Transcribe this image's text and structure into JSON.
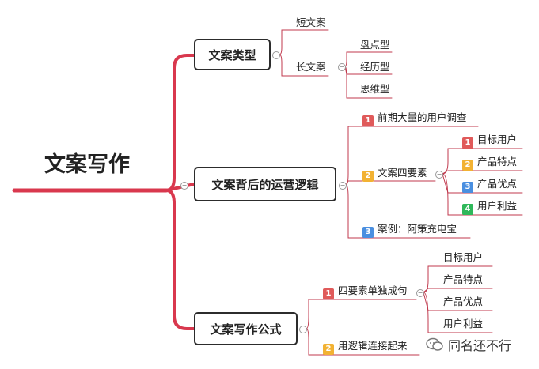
{
  "root": {
    "title": "文案写作"
  },
  "branches": [
    {
      "label": "文案类型",
      "children": [
        {
          "label": "短文案"
        },
        {
          "label": "长文案",
          "children": [
            "盘点型",
            "经历型",
            "思维型"
          ]
        }
      ]
    },
    {
      "label": "文案背后的运营逻辑",
      "children": [
        {
          "badge": "1",
          "label": "前期大量的用户调查"
        },
        {
          "badge": "2",
          "label": "文案四要素",
          "children": [
            {
              "badge": "1",
              "label": "目标用户"
            },
            {
              "badge": "2",
              "label": "产品特点"
            },
            {
              "badge": "3",
              "label": "产品优点"
            },
            {
              "badge": "4",
              "label": "用户利益"
            }
          ]
        },
        {
          "badge": "3",
          "label": "案例：阿策充电宝"
        }
      ]
    },
    {
      "label": "文案写作公式",
      "children": [
        {
          "badge": "1",
          "label": "四要素单独成句",
          "children": [
            "目标用户",
            "产品特点",
            "产品优点",
            "用户利益"
          ]
        },
        {
          "badge": "2",
          "label": "用逻辑连接起来"
        }
      ]
    }
  ],
  "badge_colors": {
    "1": "#e05a5a",
    "2": "#f2b233",
    "3": "#4a8fe0",
    "4": "#2fb85a"
  },
  "line_color": "#d9384e",
  "watermark": {
    "text": "同名还不行",
    "icon": "chat-bubble-icon"
  }
}
